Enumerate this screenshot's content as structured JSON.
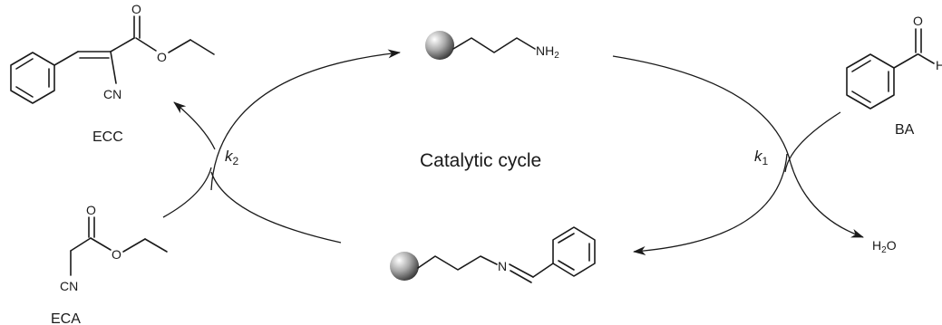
{
  "center_label": "Catalytic cycle",
  "rate_constants": {
    "k1": {
      "symbol": "k",
      "subscript": "1"
    },
    "k2": {
      "symbol": "k",
      "subscript": "2"
    }
  },
  "molecules": {
    "ecc": {
      "label": "ECC",
      "atoms": {
        "o_carbonyl": "O",
        "o_ester": "O",
        "cn": "CN"
      }
    },
    "ba": {
      "label": "BA",
      "atoms": {
        "o_carbonyl": "O",
        "h_cut": "H"
      }
    },
    "eca": {
      "label": "ECA",
      "atoms": {
        "o_carbonyl": "O",
        "o_ester": "O",
        "cn": "CN"
      }
    },
    "water": {
      "main": "H",
      "subscript": "2",
      "tail": "O"
    },
    "amine_catalyst": {
      "group": "NH",
      "subscript": "2"
    },
    "imine_intermediate": {
      "n_atom": "N"
    }
  },
  "colors": {
    "ink": "#1a1a1a",
    "sphere_light": "#ffffff",
    "sphere_dark": "#3a3a3a"
  }
}
